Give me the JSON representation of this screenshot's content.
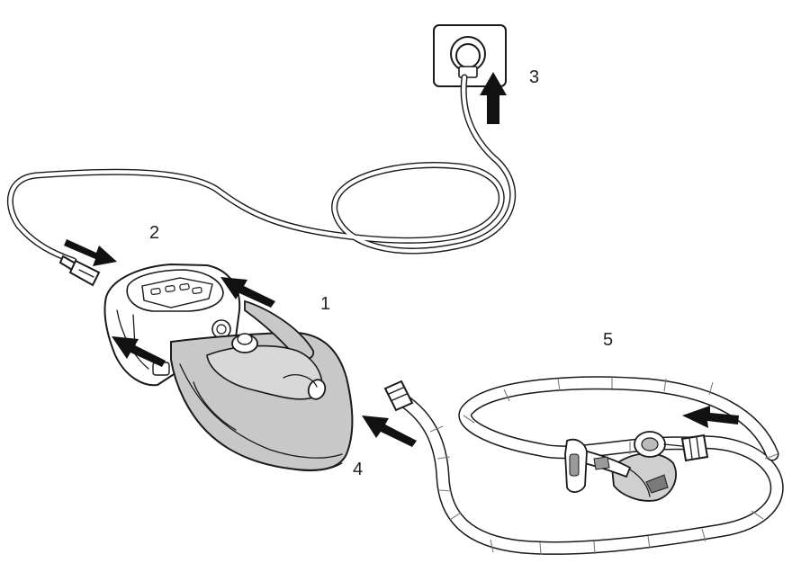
{
  "callouts": [
    {
      "id": "1",
      "text": "1"
    },
    {
      "id": "2",
      "text": "2"
    },
    {
      "id": "3",
      "text": "3"
    },
    {
      "id": "4",
      "text": "4"
    },
    {
      "id": "5",
      "text": "5"
    }
  ],
  "colors": {
    "line": "#1a1a1a",
    "humidifier_tub": "#c8c8c8",
    "arrow": "#111111",
    "background": "#ffffff"
  },
  "parts": [
    {
      "callout": "1",
      "name": "device-with-humidifier-tub"
    },
    {
      "callout": "2",
      "name": "power-cord-device-connector"
    },
    {
      "callout": "3",
      "name": "wall-outlet-plug"
    },
    {
      "callout": "4",
      "name": "air-outlet-hose-connection"
    },
    {
      "callout": "5",
      "name": "air-tubing-with-mask"
    }
  ]
}
